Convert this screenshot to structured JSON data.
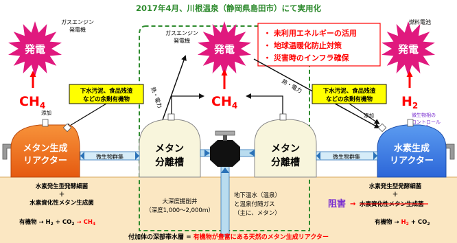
{
  "header": {
    "title": "2017年4月、川根温泉（静岡県島田市）にて実用化"
  },
  "bursts": {
    "label": "発電",
    "left_caption": [
      "ガスエンジン",
      "発電機"
    ],
    "center_caption": [
      "ガスエンジン",
      "発電機"
    ],
    "right_caption": [
      "燃料電池"
    ]
  },
  "benefits": [
    "・ 未利用エネルギーの活用",
    "・ 地球温暖化防止対策",
    "・ 災害時のインフラ確保"
  ],
  "flow_labels": {
    "heat_power": "熱・電力",
    "add": "添加",
    "microbes": "微生物群集",
    "microbe_control": [
      "微生物相の",
      "コントロール"
    ]
  },
  "organics_box": [
    "下水汚泥、食品残渣",
    "などの余剰有機物"
  ],
  "gases": {
    "ch4_base": "CH",
    "ch4_sub": "4",
    "h2_base": "H",
    "h2_sub": "2"
  },
  "tanks": {
    "methane_reactor": [
      "メタン生成",
      "リアクター"
    ],
    "separator": [
      "メタン",
      "分離槽"
    ],
    "hydrogen_reactor": [
      "水素生成",
      "リアクター"
    ]
  },
  "underground": {
    "left_bacteria": [
      "水素発生型発酵細菌",
      "＋",
      "水素資化性メタン生成菌"
    ],
    "left_formula": {
      "a": "有機物 → H",
      "a_sub": "2",
      "b": " + CO",
      "b_sub": "2",
      "arrow": " → ",
      "c": "CH",
      "c_sub": "4"
    },
    "well": [
      "大深度掘削井",
      "（深度1,000～2,000ｍ）"
    ],
    "hot_water": [
      "地下温水（温泉）",
      "と温泉付随ガス",
      "（主に、メタン）"
    ],
    "right_bacteria": [
      "水素発生型発酵細菌",
      "＋"
    ],
    "inhibit": "阻害",
    "inhibit_arrow": "→",
    "inhibited": "水素資化性メタン生成菌",
    "right_formula": {
      "a": "有機物 → ",
      "h": "H",
      "h_sub": "2",
      "b": " + CO",
      "b_sub": "2"
    }
  },
  "footer": {
    "prefix": "付加体の深部帯水層 = ",
    "highlight": "有機物が豊富にある天然のメタン生成リアクター"
  },
  "colors": {
    "burst": "#e0197e",
    "gas_red": "#ff0000",
    "orange_tank": "#f26b1d",
    "blue_tank": "#3f7fe8",
    "cream_tank": "#f8f5dc",
    "ground": "#fbe7c2",
    "green_title": "#2e8b2e",
    "organics_fill": "#ffff00",
    "pipe": "#b9dcef",
    "purple": "#7a2fd0"
  }
}
